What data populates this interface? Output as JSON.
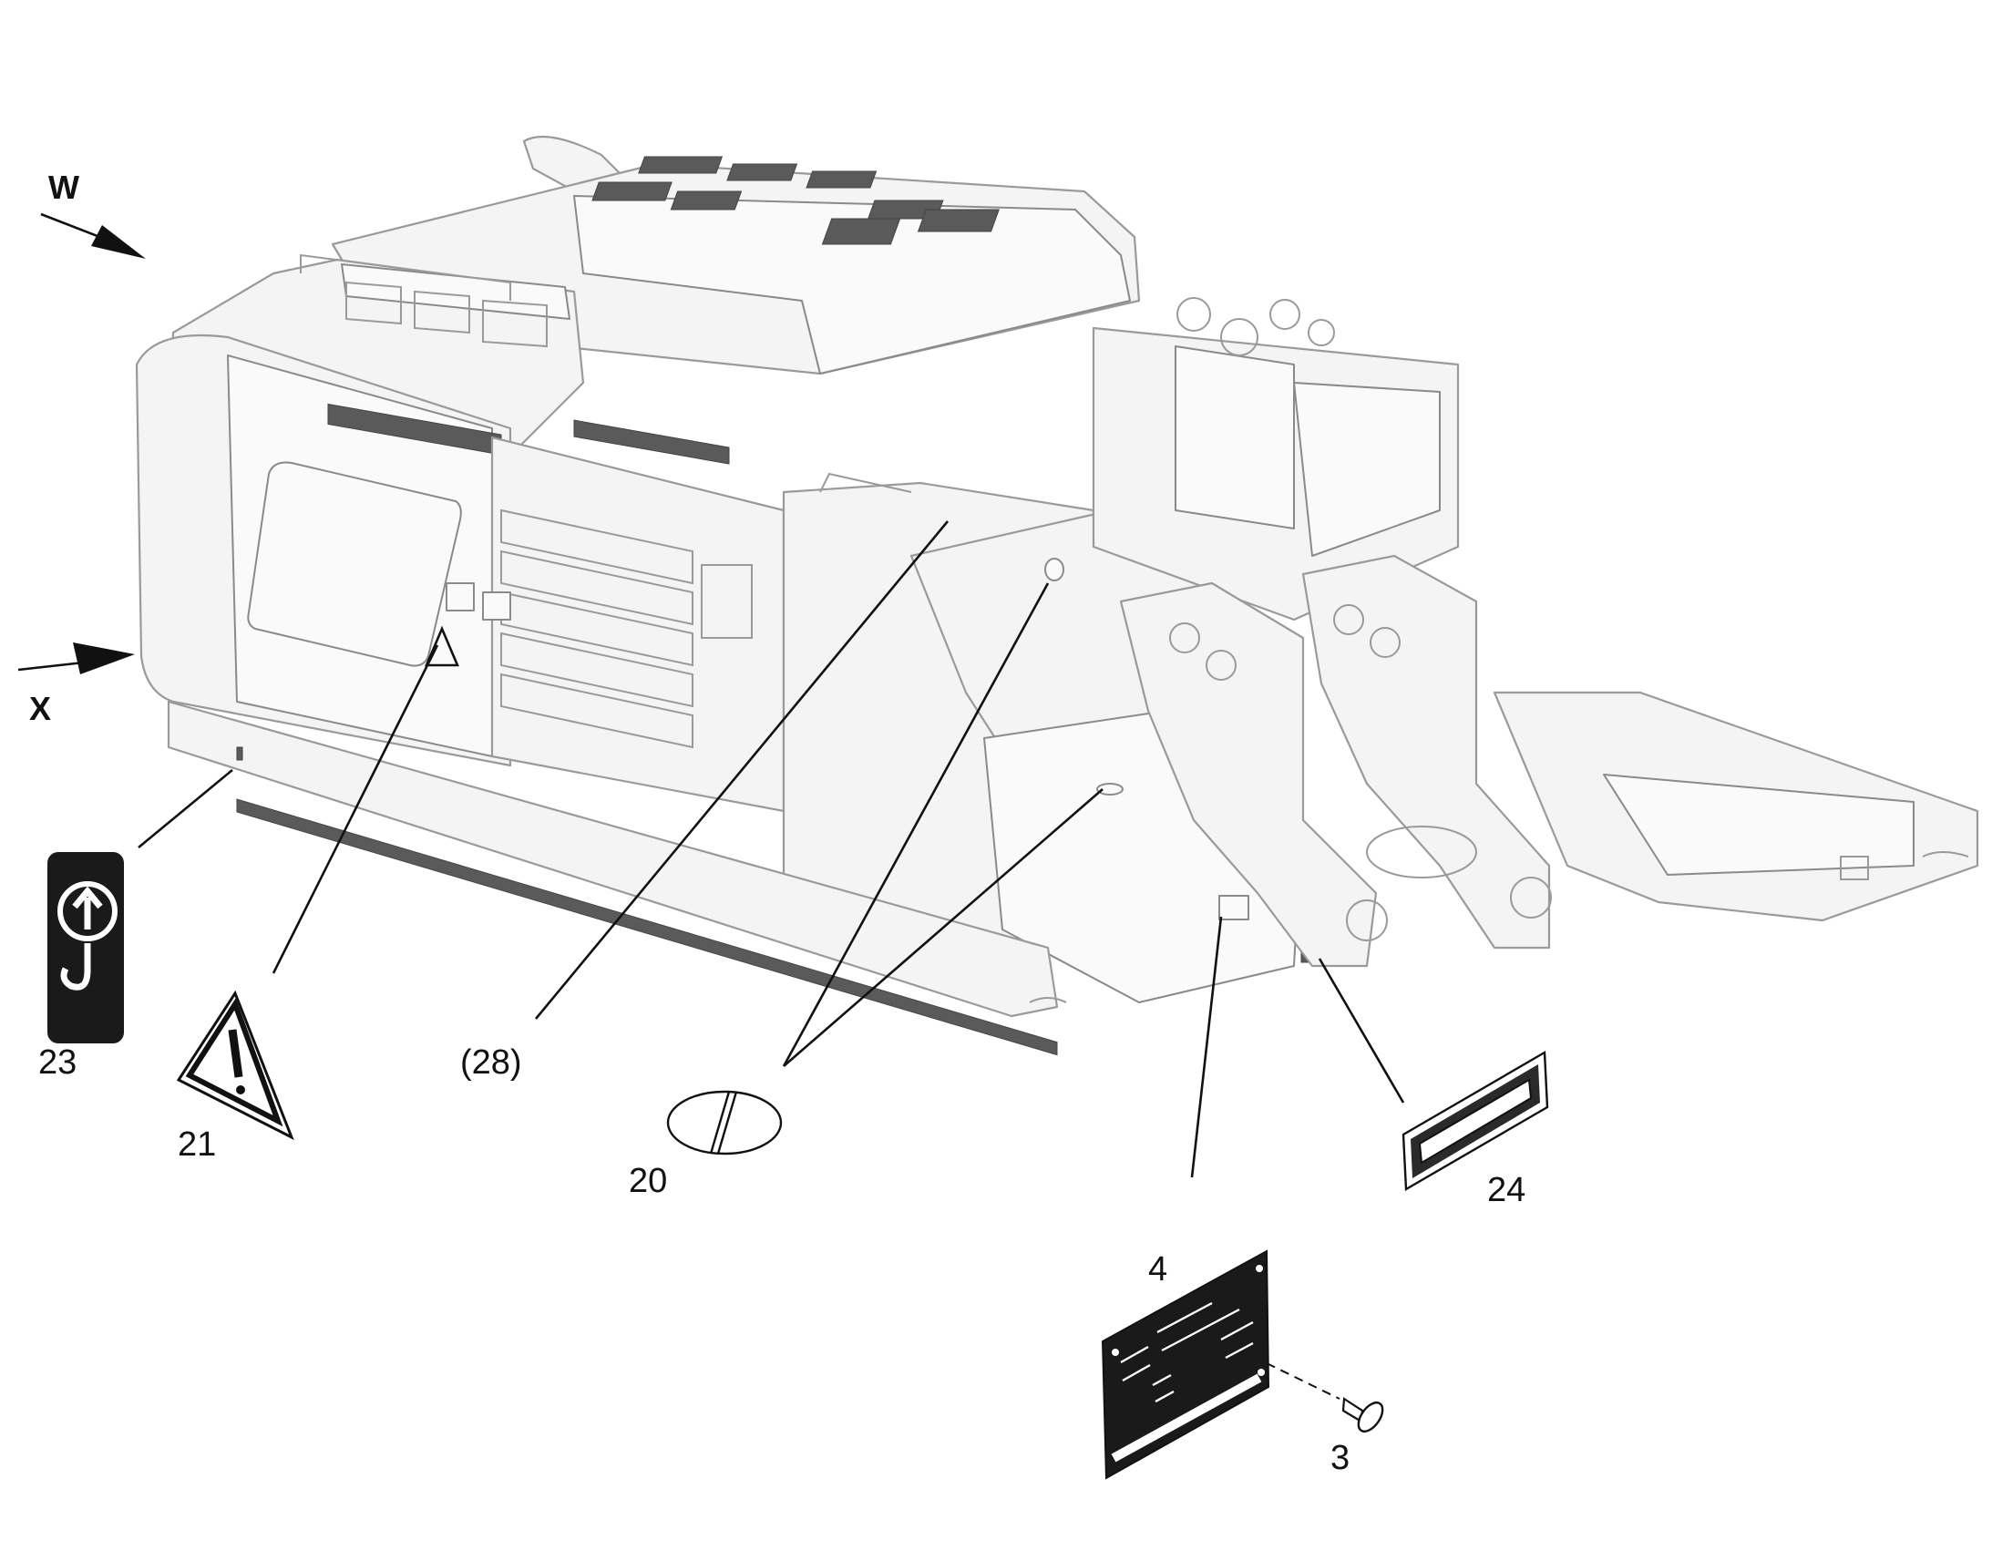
{
  "view_arrows": {
    "w": "W",
    "x": "X"
  },
  "callouts": {
    "c23": "23",
    "c21": "21",
    "c28": "(28)",
    "c20": "20",
    "c24": "24",
    "c4": "4",
    "c3": "3"
  },
  "icons": [
    "lifting-point-hook-icon",
    "warning-triangle-icon",
    "oval-marker-icon",
    "grille-plate-icon",
    "type-plate-icon",
    "rivet-screw-icon"
  ],
  "colors": {
    "line": "#111111",
    "machine_line": "#9a9a9a",
    "sticker_fill": "#1a1a1a"
  }
}
